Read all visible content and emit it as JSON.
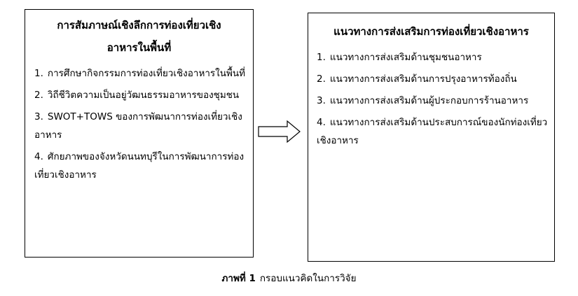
{
  "left_box": {
    "title_line1": "การสัมภาษณ์เชิงลึกการท่องเที่ยวเชิง",
    "title_line2": "อาหารในพื้นที่",
    "items": [
      {
        "num": "1.",
        "text": "การศึกษากิจกรรมการท่องเที่ยวเชิงอาหารในพื้นที่"
      },
      {
        "num": "2.",
        "text": "วิถีชีวิตความเป็นอยู่วัฒนธรรมอาหารของชุมชน"
      },
      {
        "num": "3.",
        "text": "SWOT+TOWS ของการพัฒนาการท่องเที่ยวเชิงอาหาร"
      },
      {
        "num": "4.",
        "text": "ศักยภาพของจังหวัดนนทบุรีในการพัฒนาการท่องเที่ยวเชิงอาหาร"
      }
    ]
  },
  "right_box": {
    "title": "แนวทางการส่งเสริมการท่องเที่ยวเชิงอาหาร",
    "items": [
      {
        "num": "1.",
        "text": "แนวทางการส่งเสริมด้านชุมชนอาหาร"
      },
      {
        "num": "2.",
        "text": "แนวทางการส่งเสริมด้านการปรุงอาหารท้องถิ่น"
      },
      {
        "num": "3.",
        "text": "แนวทางการส่งเสริมด้านผู้ประกอบการร้านอาหาร"
      },
      {
        "num": "4.",
        "text": "แนวทางการส่งเสริมด้านประสบการณ์ของนักท่องเที่ยวเชิงอาหาร"
      }
    ]
  },
  "caption": {
    "label": "ภาพที่ 1",
    "text": "กรอบแนวคิดในการวิจัย"
  }
}
